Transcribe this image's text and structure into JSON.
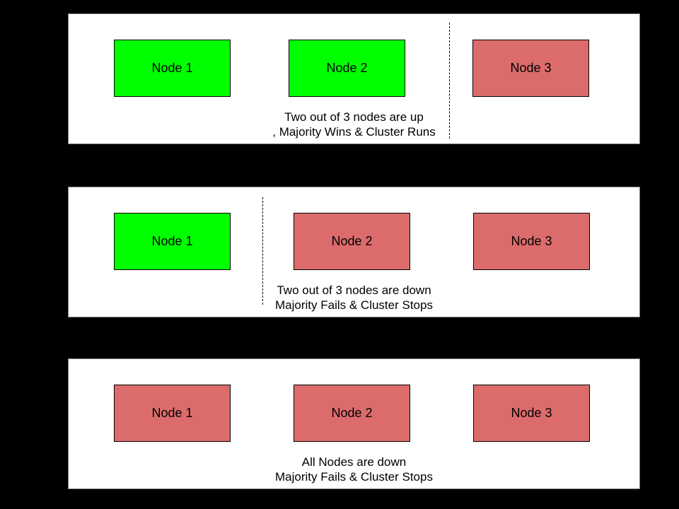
{
  "colors": {
    "background": "#000000",
    "panel_background": "#ffffff",
    "node_up_green": "#00ff00",
    "node_down_red": "#dc6c6c",
    "border": "#000000",
    "text": "#000000"
  },
  "panels": [
    {
      "scenario": "two-nodes-up",
      "caption_line1": "Two out of 3 nodes are up",
      "caption_line2": ", Majority Wins & Cluster Runs",
      "has_partition_line": true,
      "nodes": [
        {
          "label": "Node 1",
          "status": "up"
        },
        {
          "label": "Node 2",
          "status": "up"
        },
        {
          "label": "Node 3",
          "status": "down"
        }
      ]
    },
    {
      "scenario": "two-nodes-down",
      "caption_line1": "Two out of 3 nodes are down",
      "caption_line2": "Majority Fails & Cluster Stops",
      "has_partition_line": true,
      "nodes": [
        {
          "label": "Node 1",
          "status": "up"
        },
        {
          "label": "Node 2",
          "status": "down"
        },
        {
          "label": "Node 3",
          "status": "down"
        }
      ]
    },
    {
      "scenario": "all-nodes-down",
      "caption_line1": "All Nodes are down",
      "caption_line2": "Majority Fails & Cluster Stops",
      "has_partition_line": false,
      "nodes": [
        {
          "label": "Node 1",
          "status": "down"
        },
        {
          "label": "Node 2",
          "status": "down"
        },
        {
          "label": "Node 3",
          "status": "down"
        }
      ]
    }
  ]
}
